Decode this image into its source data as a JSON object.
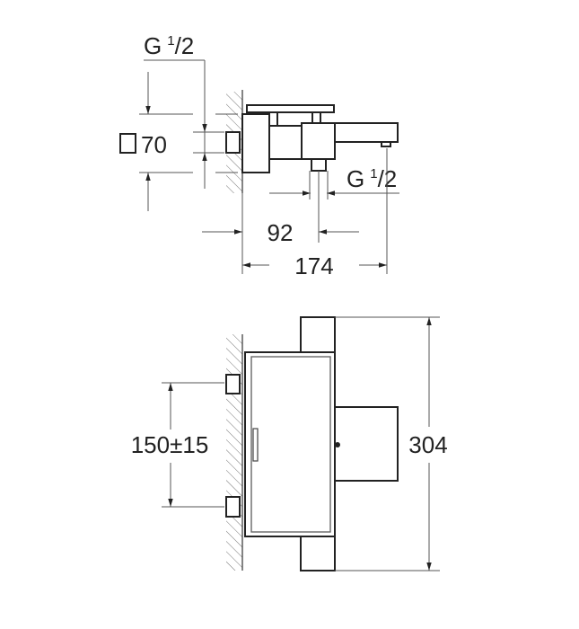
{
  "top_view": {
    "inlet_thread": {
      "base": "G",
      "sup": "1",
      "sub": "/2"
    },
    "square_size": "70",
    "outlet_thread": {
      "base": "G",
      "sup": "1",
      "sub": "/2"
    },
    "outlet_distance": "92",
    "total_depth": "174"
  },
  "front_view": {
    "inlet_spacing": "150±15",
    "total_height": "304"
  }
}
